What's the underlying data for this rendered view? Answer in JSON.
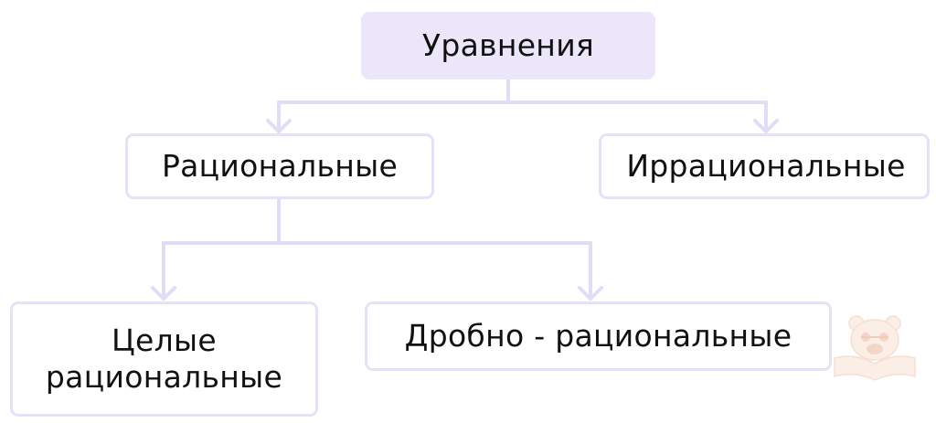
{
  "diagram": {
    "root": {
      "label": "Уравнения"
    },
    "rational": {
      "label": "Рациональные"
    },
    "irrational": {
      "label": "Иррациональные"
    },
    "whole_rational": {
      "label_lines": [
        "Целые",
        "рациональные"
      ]
    },
    "fractional_rational": {
      "label": "Дробно - рациональные"
    }
  },
  "colors": {
    "root_fill": "#ece6fb",
    "box_border": "#e6e0f8",
    "connector": "#e2dcf7",
    "text": "#111111"
  },
  "icons": {
    "watermark": "bear-logo-icon"
  }
}
